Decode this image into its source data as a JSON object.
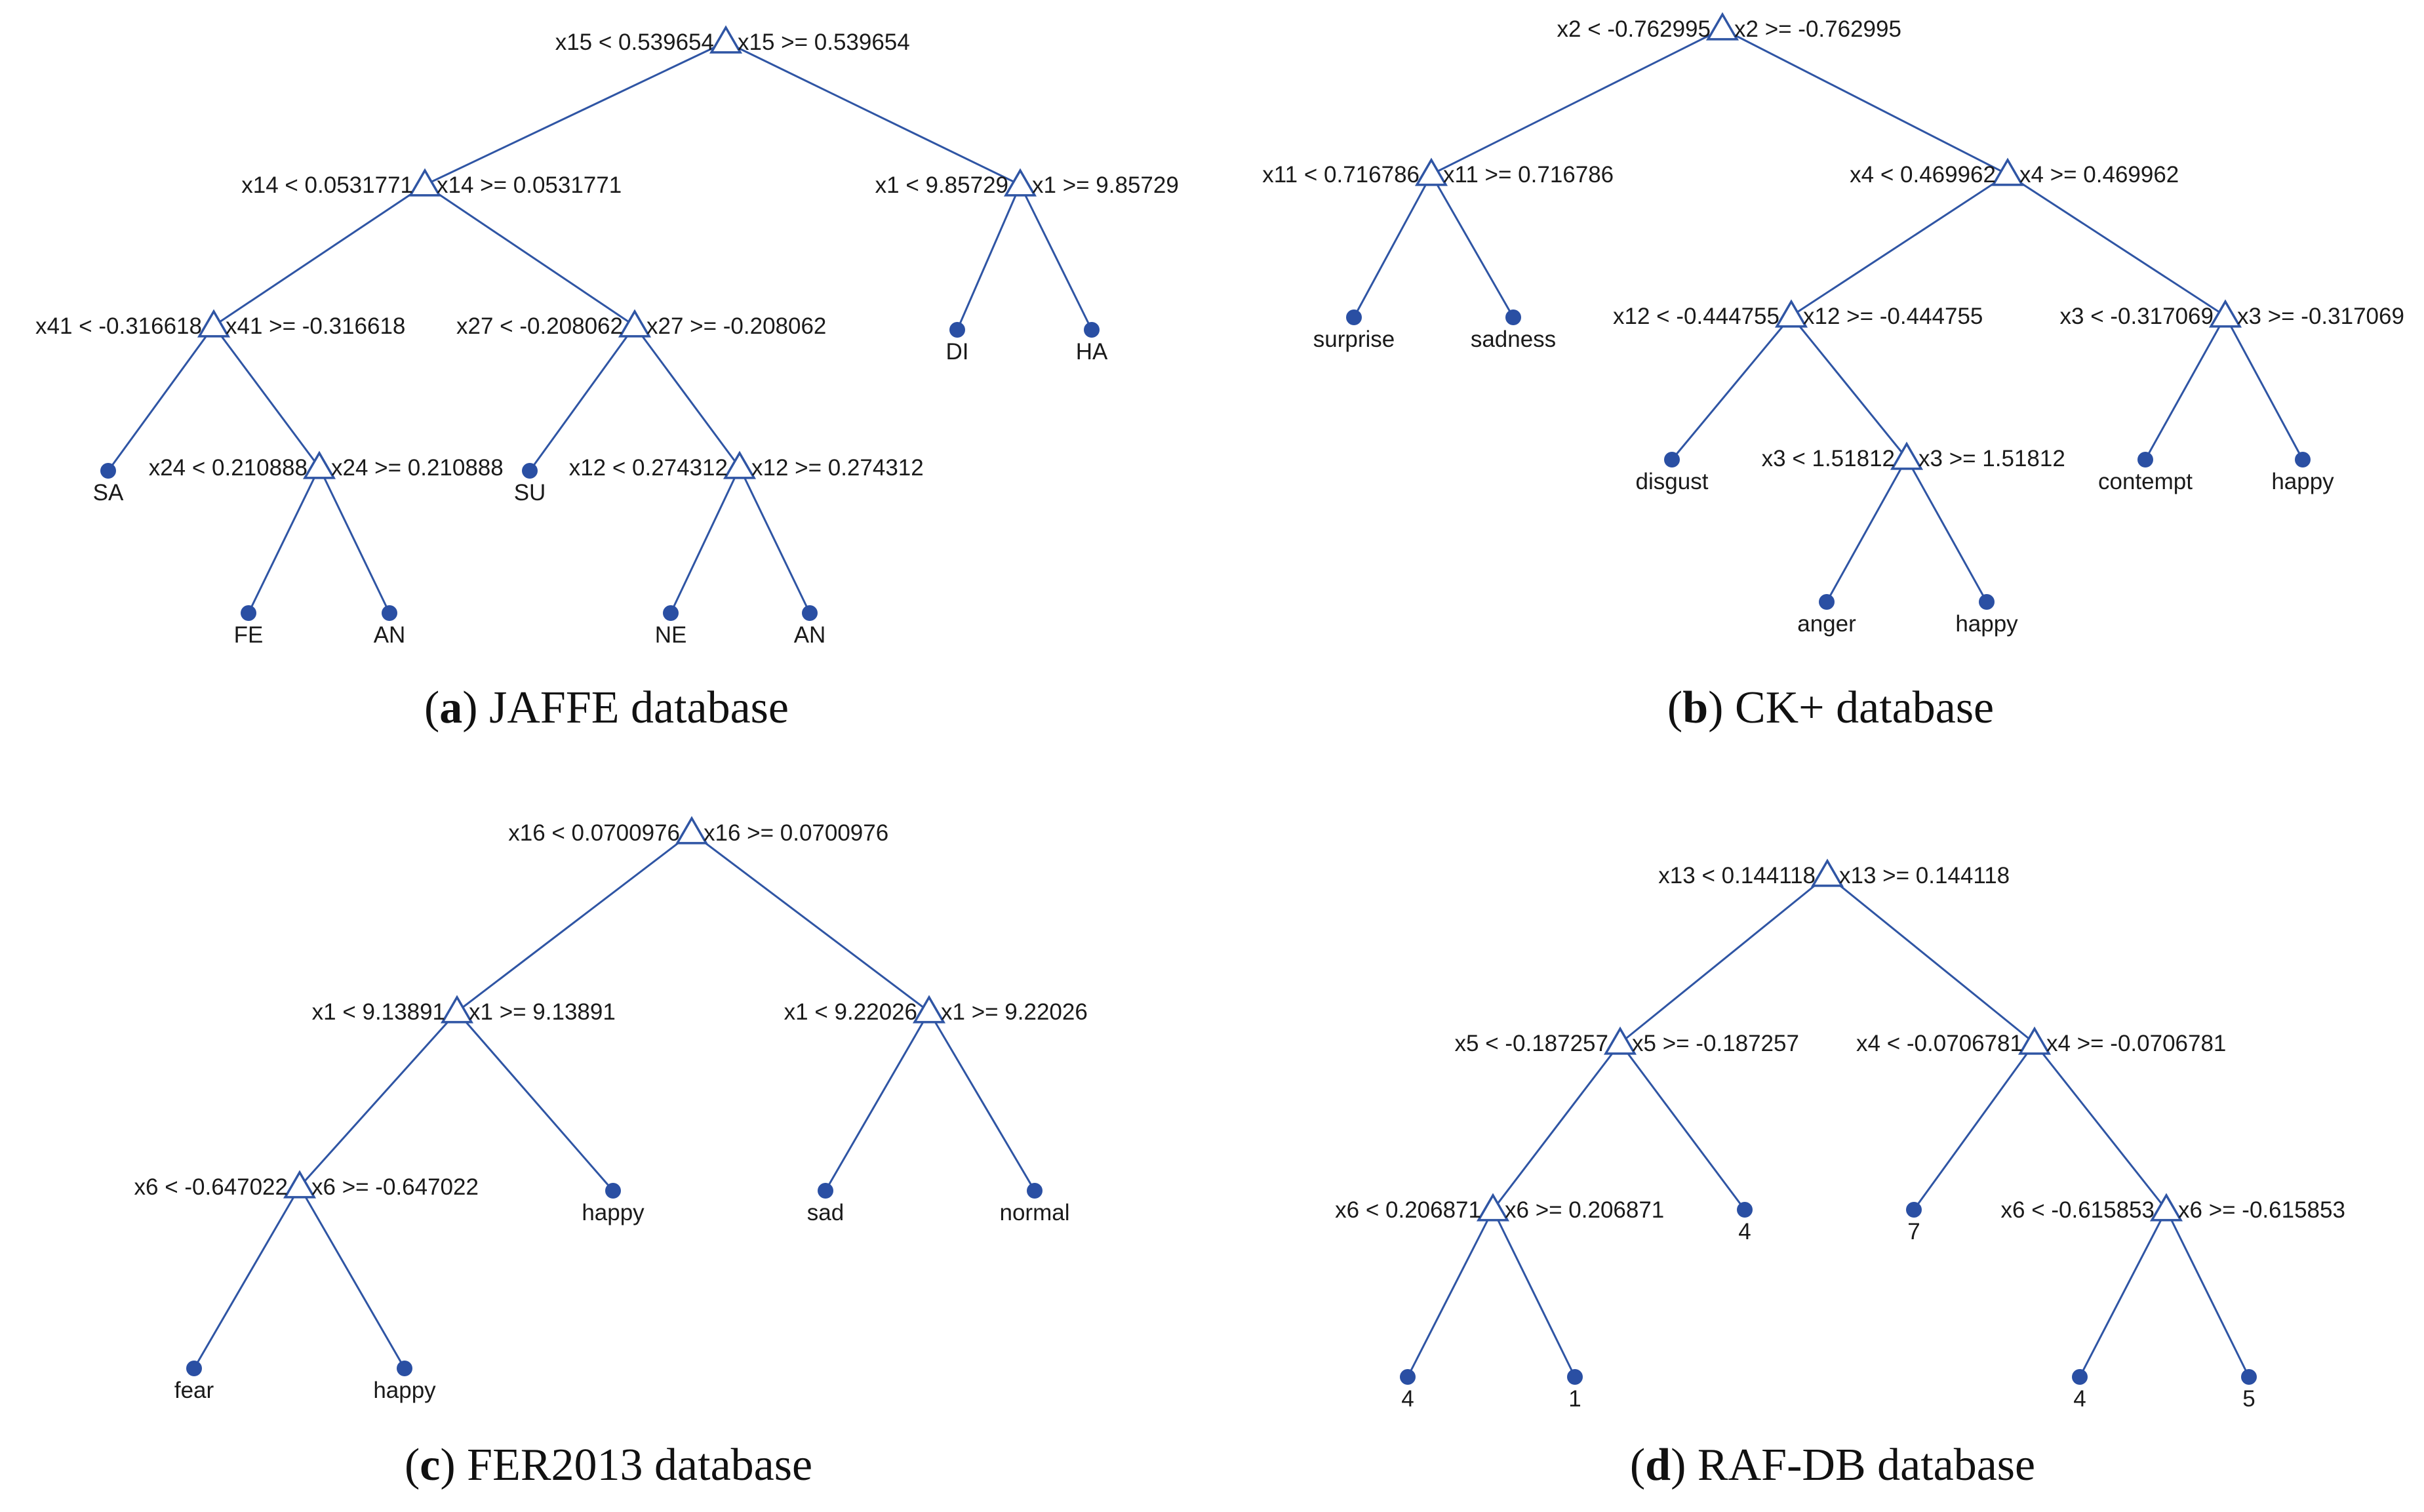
{
  "panels": [
    {
      "id": "a",
      "caption": {
        "open": "(",
        "letter": "a",
        "close": ")",
        "text": " JAFFE database"
      },
      "nodes": [
        {
          "id": "n1",
          "type": "split",
          "left": "x15 < 0.539654",
          "right": "x15 >= 0.539654"
        },
        {
          "id": "n2",
          "type": "split",
          "left": "x14 < 0.0531771",
          "right": "x14 >= 0.0531771",
          "parent": "n1"
        },
        {
          "id": "n3",
          "type": "split",
          "left": "x1 < 9.85729",
          "right": "x1 >= 9.85729",
          "parent": "n1"
        },
        {
          "id": "n4",
          "type": "split",
          "left": "x41 < -0.316618",
          "right": "x41 >= -0.316618",
          "parent": "n2"
        },
        {
          "id": "n5",
          "type": "split",
          "left": "x27 < -0.208062",
          "right": "x27 >= -0.208062",
          "parent": "n2"
        },
        {
          "id": "n6",
          "type": "leaf",
          "label": "DI",
          "parent": "n3"
        },
        {
          "id": "n7",
          "type": "leaf",
          "label": "HA",
          "parent": "n3"
        },
        {
          "id": "n8",
          "type": "leaf",
          "label": "SA",
          "parent": "n4"
        },
        {
          "id": "n9",
          "type": "split",
          "left": "x24 < 0.210888",
          "right": "x24 >= 0.210888",
          "parent": "n4"
        },
        {
          "id": "n10",
          "type": "leaf",
          "label": "SU",
          "parent": "n5"
        },
        {
          "id": "n11",
          "type": "split",
          "left": "x12 < 0.274312",
          "right": "x12 >= 0.274312",
          "parent": "n5"
        },
        {
          "id": "n12",
          "type": "leaf",
          "label": "FE",
          "parent": "n9"
        },
        {
          "id": "n13",
          "type": "leaf",
          "label": "AN",
          "parent": "n9"
        },
        {
          "id": "n14",
          "type": "leaf",
          "label": "NE",
          "parent": "n11"
        },
        {
          "id": "n15",
          "type": "leaf",
          "label": "AN",
          "parent": "n11"
        }
      ]
    },
    {
      "id": "b",
      "caption": {
        "open": "(",
        "letter": "b",
        "close": ")",
        "text": " CK+ database"
      },
      "nodes": [
        {
          "id": "n1",
          "type": "split",
          "left": "x2 < -0.762995",
          "right": "x2 >= -0.762995"
        },
        {
          "id": "n2",
          "type": "split",
          "left": "x11 < 0.716786",
          "right": "x11 >= 0.716786",
          "parent": "n1"
        },
        {
          "id": "n3",
          "type": "split",
          "left": "x4 < 0.469962",
          "right": "x4 >= 0.469962",
          "parent": "n1"
        },
        {
          "id": "n4",
          "type": "leaf",
          "label": "surprise",
          "parent": "n2"
        },
        {
          "id": "n5",
          "type": "leaf",
          "label": "sadness",
          "parent": "n2"
        },
        {
          "id": "n6",
          "type": "split",
          "left": "x12 < -0.444755",
          "right": "x12 >= -0.444755",
          "parent": "n3"
        },
        {
          "id": "n7",
          "type": "split",
          "left": "x3 < -0.317069",
          "right": "x3 >= -0.317069",
          "parent": "n3"
        },
        {
          "id": "n8",
          "type": "leaf",
          "label": "disgust",
          "parent": "n6"
        },
        {
          "id": "n9",
          "type": "split",
          "left": "x3 < 1.51812",
          "right": "x3 >= 1.51812",
          "parent": "n6"
        },
        {
          "id": "n10",
          "type": "leaf",
          "label": "contempt",
          "parent": "n7"
        },
        {
          "id": "n11",
          "type": "leaf",
          "label": "happy",
          "parent": "n7"
        },
        {
          "id": "n12",
          "type": "leaf",
          "label": "anger",
          "parent": "n9"
        },
        {
          "id": "n13",
          "type": "leaf",
          "label": "happy",
          "parent": "n9"
        }
      ]
    },
    {
      "id": "c",
      "caption": {
        "open": "(",
        "letter": "c",
        "close": ")",
        "text": " FER2013 database"
      },
      "nodes": [
        {
          "id": "n1",
          "type": "split",
          "left": "x16 < 0.0700976",
          "right": "x16 >= 0.0700976"
        },
        {
          "id": "n2",
          "type": "split",
          "left": "x1 < 9.13891",
          "right": "x1 >= 9.13891",
          "parent": "n1"
        },
        {
          "id": "n3",
          "type": "split",
          "left": "x1 < 9.22026",
          "right": "x1 >= 9.22026",
          "parent": "n1"
        },
        {
          "id": "n4",
          "type": "split",
          "left": "x6 < -0.647022",
          "right": "x6 >= -0.647022",
          "parent": "n2"
        },
        {
          "id": "n5",
          "type": "leaf",
          "label": "happy",
          "parent": "n2"
        },
        {
          "id": "n6",
          "type": "leaf",
          "label": "sad",
          "parent": "n3"
        },
        {
          "id": "n7",
          "type": "leaf",
          "label": "normal",
          "parent": "n3"
        },
        {
          "id": "n8",
          "type": "leaf",
          "label": "fear",
          "parent": "n4"
        },
        {
          "id": "n9",
          "type": "leaf",
          "label": "happy",
          "parent": "n4"
        }
      ]
    },
    {
      "id": "d",
      "caption": {
        "open": "(",
        "letter": "d",
        "close": ")",
        "text": " RAF-DB database"
      },
      "nodes": [
        {
          "id": "n1",
          "type": "split",
          "left": "x13 < 0.144118",
          "right": "x13 >= 0.144118"
        },
        {
          "id": "n2",
          "type": "split",
          "left": "x5 < -0.187257",
          "right": "x5 >= -0.187257",
          "parent": "n1"
        },
        {
          "id": "n3",
          "type": "split",
          "left": "x4 < -0.0706781",
          "right": "x4 >= -0.0706781",
          "parent": "n1"
        },
        {
          "id": "n4",
          "type": "split",
          "left": "x6 < 0.206871",
          "right": "x6 >= 0.206871",
          "parent": "n2"
        },
        {
          "id": "n5",
          "type": "leaf",
          "label": "4",
          "parent": "n2"
        },
        {
          "id": "n6",
          "type": "leaf",
          "label": "7",
          "parent": "n3"
        },
        {
          "id": "n7",
          "type": "split",
          "left": "x6 < -0.615853",
          "right": "x6 >= -0.615853",
          "parent": "n3"
        },
        {
          "id": "n8",
          "type": "leaf",
          "label": "4",
          "parent": "n4"
        },
        {
          "id": "n9",
          "type": "leaf",
          "label": "1",
          "parent": "n4"
        },
        {
          "id": "n10",
          "type": "leaf",
          "label": "4",
          "parent": "n7"
        },
        {
          "id": "n11",
          "type": "leaf",
          "label": "5",
          "parent": "n7"
        }
      ]
    }
  ],
  "colors": {
    "edge": "#2f55a4",
    "node": "#2a4fa3",
    "text": "#1a1a1a"
  }
}
